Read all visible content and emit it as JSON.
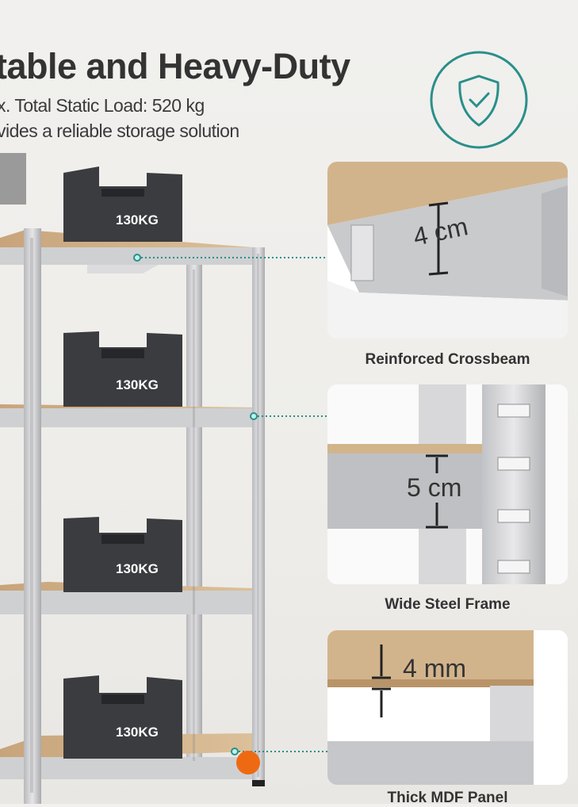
{
  "header": {
    "title": "table and Heavy-Duty",
    "subtitle_lines": [
      "x. Total Static Load: 520 kg",
      "vides a reliable storage solution"
    ],
    "badge_icon": "shield-check-icon",
    "accent_color": "#2a8f8a"
  },
  "weights": [
    {
      "label": "130KG"
    },
    {
      "label": "130KG"
    },
    {
      "label": "130KG"
    },
    {
      "label": "130KG"
    }
  ],
  "features": [
    {
      "caption": "Reinforced Crossbeam",
      "measurement": "4 cm"
    },
    {
      "caption": "Wide Steel Frame",
      "measurement": "5 cm"
    },
    {
      "caption": "Thick MDF Panel",
      "measurement": "4 mm"
    }
  ],
  "colors": {
    "marker": "#ee6a12",
    "mdf": "#d2b48c",
    "steel": "#c9c9cb",
    "weight": "#3b3c40"
  }
}
